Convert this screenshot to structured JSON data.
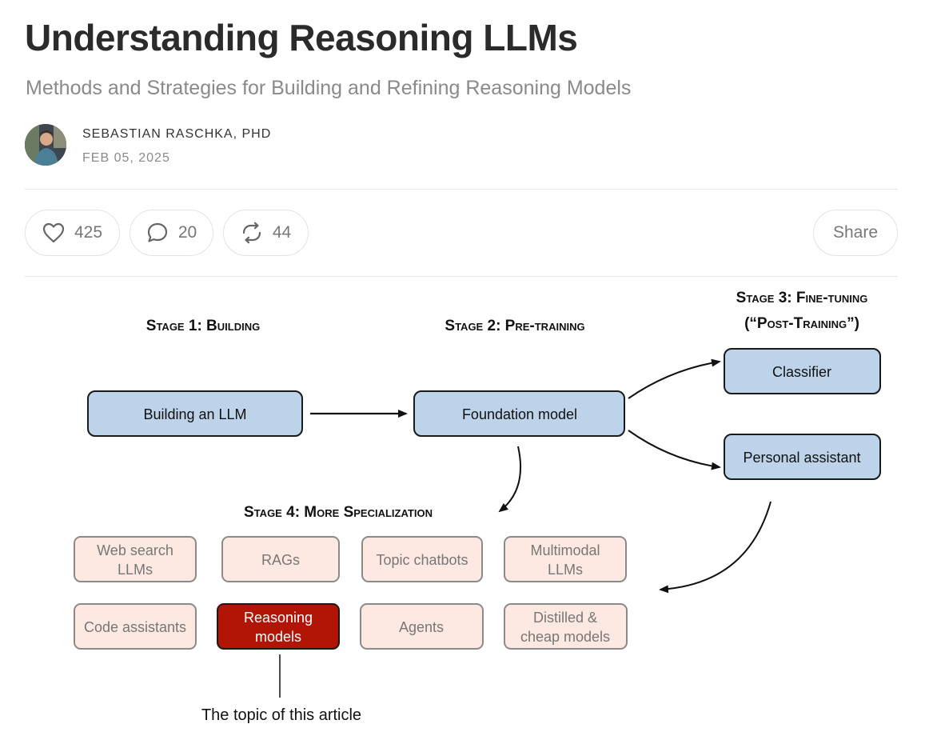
{
  "article": {
    "title": "Understanding Reasoning LLMs",
    "subtitle": "Methods and Strategies for Building and Refining Reasoning Models",
    "author": "SEBASTIAN RASCHKA, PHD",
    "date": "FEB 05, 2025"
  },
  "actions": {
    "likes": "425",
    "comments": "20",
    "restacks": "44",
    "share_label": "Share"
  },
  "diagram": {
    "stage1": "Stage 1: Building",
    "stage2": "Stage 2: Pre-training",
    "stage3_line1": "Stage 3: Fine-tuning",
    "stage3_line2": "(“Post-Training”)",
    "stage4": "Stage 4: More Specialization",
    "building": "Building an LLM",
    "foundation": "Foundation model",
    "classifier": "Classifier",
    "assistant": "Personal assistant",
    "spec": {
      "web_1": "Web search",
      "web_2": "LLMs",
      "rags": "RAGs",
      "topic": "Topic chatbots",
      "multi_1": "Multimodal",
      "multi_2": "LLMs",
      "code": "Code assistants",
      "reason_1": "Reasoning",
      "reason_2": "models",
      "agents": "Agents",
      "distill_1": "Distilled &",
      "distill_2": "cheap models"
    },
    "caption": "The topic of this article"
  },
  "colors": {
    "blue_node": "#bcd3e9",
    "pink_node": "#fde8e2",
    "highlight": "#b21405"
  },
  "icons": [
    "heart-icon",
    "comment-icon",
    "restack-icon"
  ]
}
